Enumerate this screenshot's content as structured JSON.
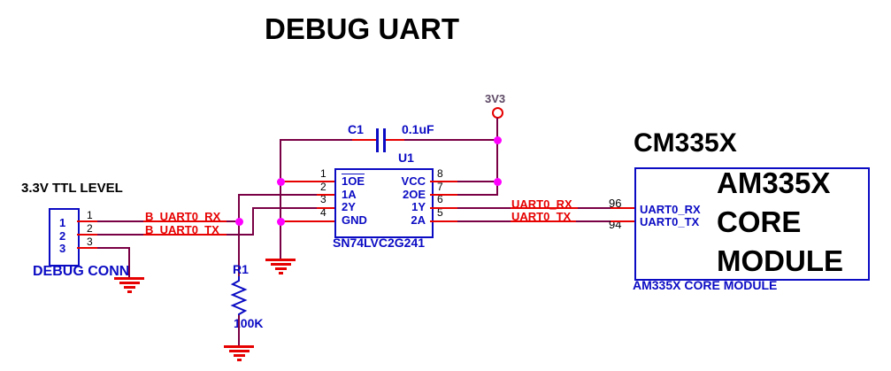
{
  "title": "DEBUG UART",
  "annotations": {
    "ttl_level": "3.3V TTL LEVEL"
  },
  "colors": {
    "blue": "#0b0bc4",
    "red": "#e60000",
    "maroon": "#7a0045",
    "magenta": "#ff00ff",
    "power_text": "#5e4a66",
    "black": "#000000"
  },
  "connector": {
    "label": "DEBUG CONN",
    "pins": [
      {
        "inner": "1",
        "number": "1"
      },
      {
        "inner": "2",
        "number": "2"
      },
      {
        "inner": "3",
        "number": "3"
      }
    ]
  },
  "nets": {
    "b_uart0_rx": "B_UART0_RX",
    "b_uart0_tx": "B_UART0_TX",
    "uart0_rx": "UART0_RX",
    "uart0_tx": "UART0_TX",
    "power": "3V3"
  },
  "u1": {
    "ref": "U1",
    "part": "SN74LVC2G241",
    "left_pins": [
      {
        "number": "1",
        "name": "1OE",
        "overline": true
      },
      {
        "number": "2",
        "name": "1A"
      },
      {
        "number": "3",
        "name": "2Y"
      },
      {
        "number": "4",
        "name": "GND"
      }
    ],
    "right_pins": [
      {
        "number": "8",
        "name": "VCC"
      },
      {
        "number": "7",
        "name": "2OE"
      },
      {
        "number": "6",
        "name": "1Y"
      },
      {
        "number": "5",
        "name": "2A"
      }
    ]
  },
  "c1": {
    "ref": "C1",
    "value": "0.1uF"
  },
  "r1": {
    "ref": "R1",
    "value": "100K"
  },
  "module": {
    "heading": "CM335X",
    "name_lines": [
      "AM335X",
      "CORE",
      "MODULE"
    ],
    "caption": "AM335X CORE MODULE",
    "pins": [
      {
        "number": "96",
        "name": "UART0_RX"
      },
      {
        "number": "94",
        "name": "UART0_TX"
      }
    ]
  }
}
